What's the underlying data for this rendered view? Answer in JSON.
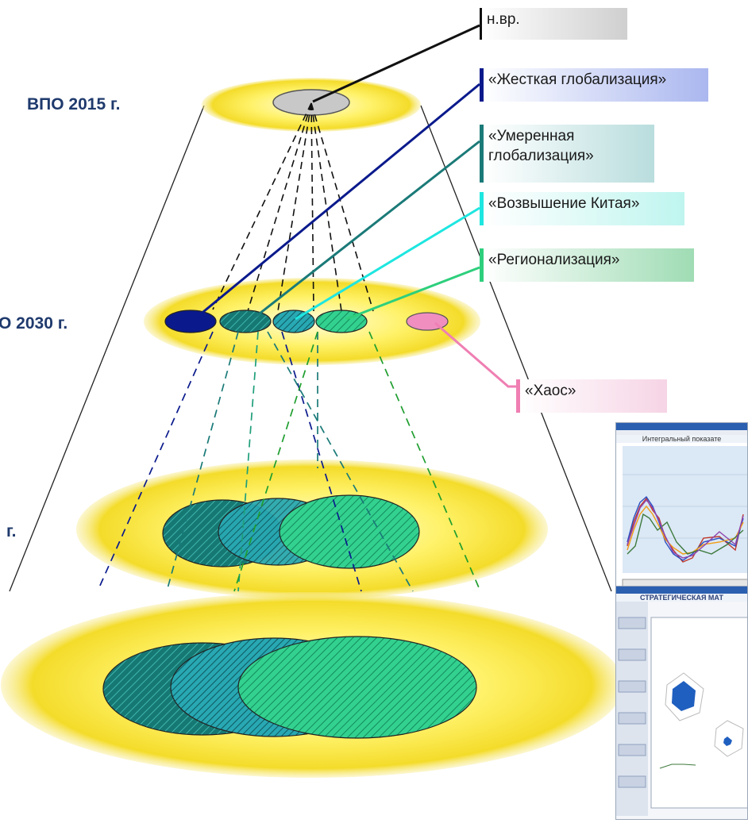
{
  "levels": [
    {
      "label": "ВПО 2015 г."
    },
    {
      "label": "О 2030 г."
    },
    {
      "label": "г."
    }
  ],
  "callouts": [
    {
      "id": "nvr",
      "text": "н.вр.",
      "color": "#1a1a1a"
    },
    {
      "id": "hard",
      "text": "«Жесткая глобализация»",
      "color": "#0a1a8c"
    },
    {
      "id": "moderate",
      "text": "«Умеренная глобализация»",
      "color": "#1a7a78"
    },
    {
      "id": "china",
      "text": "«Возвышение Китая»",
      "color": "#1ee6e0"
    },
    {
      "id": "region",
      "text": "«Регионализация»",
      "color": "#2ecf7c"
    },
    {
      "id": "chaos",
      "text": "«Хаос»",
      "color": "#ef7fb3"
    }
  ],
  "screenshots": [
    {
      "heading": "Интегральный показате"
    },
    {
      "heading": "СТРАТЕГИЧЕСКАЯ МАТ"
    }
  ],
  "colors": {
    "disk_yellow": "#fff26a",
    "hard": "#0a1a8c",
    "moderate": "#1a7a78",
    "china": "#1ee6e0",
    "region": "#2ecf7c",
    "chaos": "#ef7fb3",
    "level_text": "#1f3a6d"
  }
}
